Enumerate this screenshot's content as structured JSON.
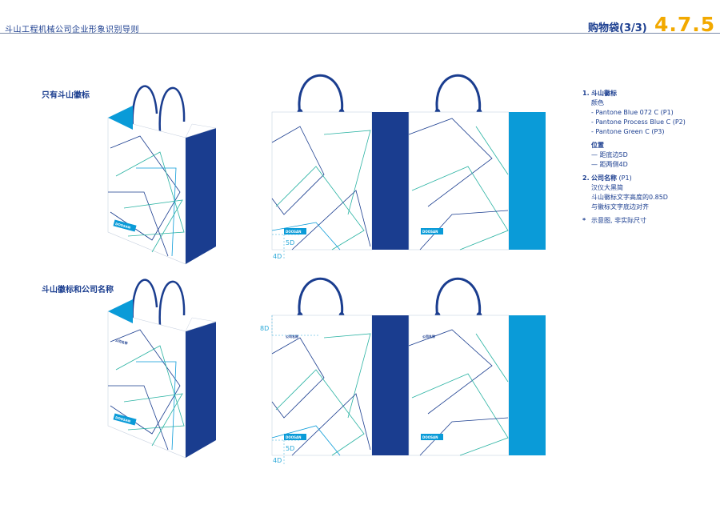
{
  "header": {
    "doc_title": "斗山工程机械公司企业形象识别导则",
    "page_title": "购物袋(3/3)",
    "page_number": "4.7.5"
  },
  "sections": [
    {
      "title": "只有斗山徽标"
    },
    {
      "title": "斗山徽标和公司名称"
    }
  ],
  "bag": {
    "logo_text": "DOOSAN",
    "company_text": "公司名称",
    "dim_bottom": "5D",
    "dim_side": "4D",
    "dim_top": "8D"
  },
  "notes": {
    "item1_num": "1.",
    "item1_title": "斗山徽标",
    "color_label": "颜色",
    "color_1": "- Pantone Blue 072 C (P1)",
    "color_2": "- Pantone Process Blue C (P2)",
    "color_3": "- Pantone Green C (P3)",
    "position_label": "位置",
    "position_1": "— 距底边5D",
    "position_2": "— 距两侧4D",
    "item2_num": "2.",
    "item2_title": "公司名称",
    "item2_suffix": " (P1)",
    "font_line": "汉仪大黑简",
    "size_line": "斗山徽标文字高度的0.85D",
    "align_line": "与徽标文字底边对齐",
    "footnote_mark": "*",
    "footnote": "示意图, 非实际尺寸"
  },
  "colors": {
    "navy": "#1a3d8f",
    "process_blue": "#0a9bd8",
    "green": "#2bb3a3",
    "accent": "#f2a900"
  }
}
